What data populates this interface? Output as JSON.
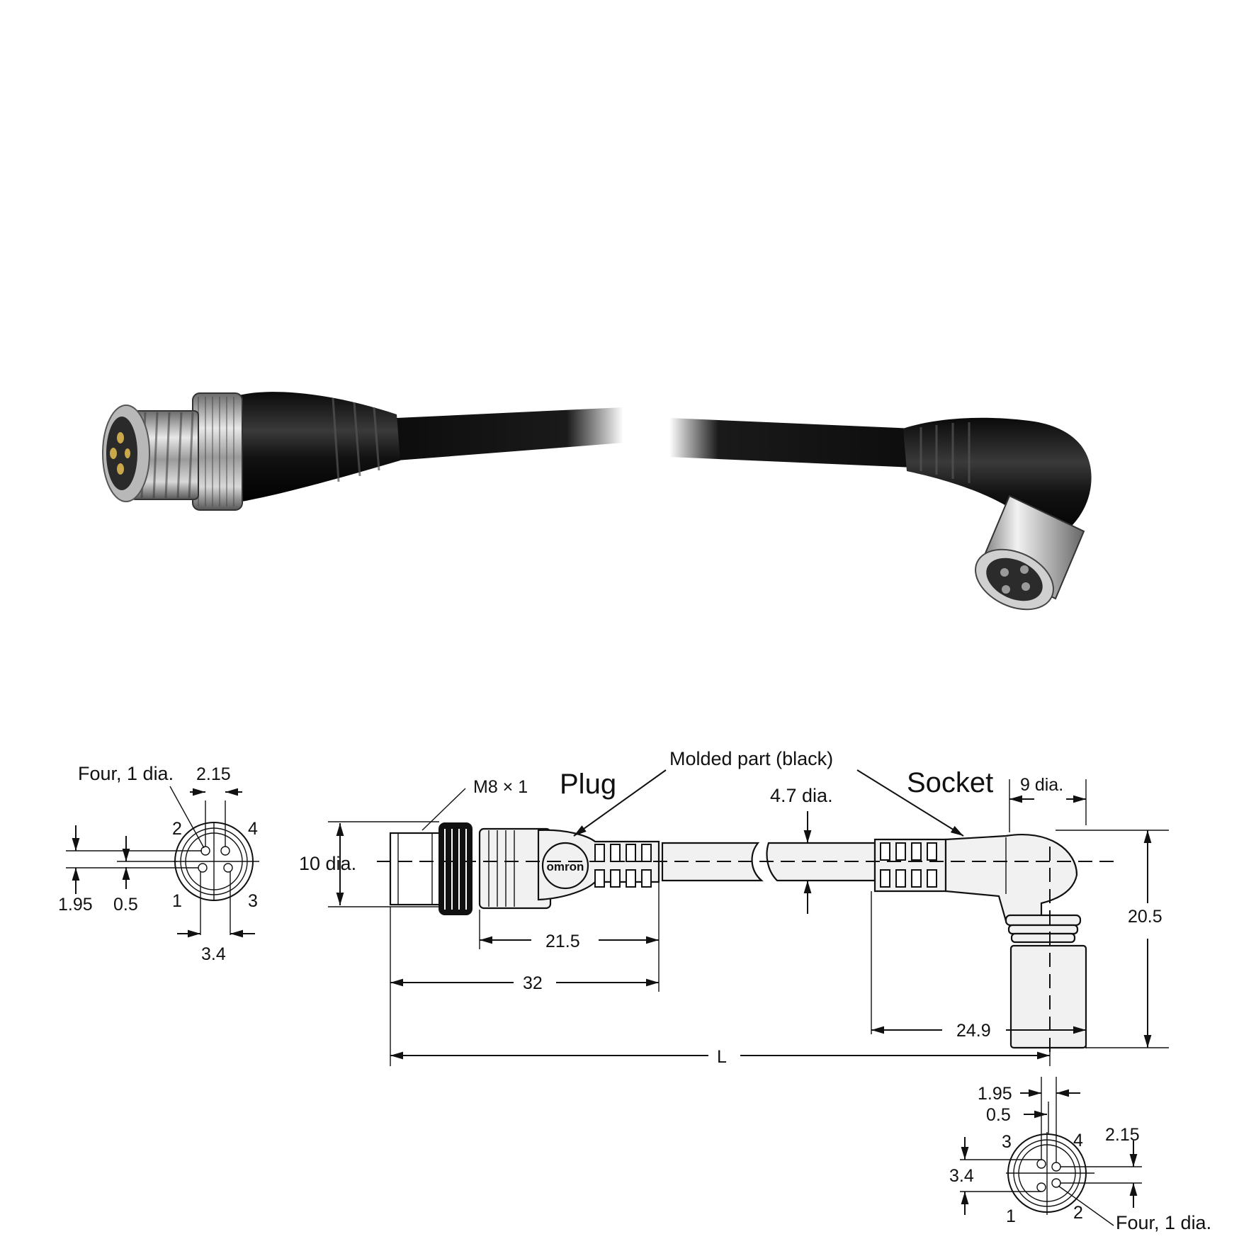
{
  "photo": {
    "alt_icon": "connector-cable-photo"
  },
  "plug_face": {
    "callout": "Four, 1 dia.",
    "dim_top": "2.15",
    "dim_left_a": "1.95",
    "dim_left_b": "0.5",
    "dim_bottom": "3.4",
    "pins": [
      "1",
      "2",
      "3",
      "4"
    ]
  },
  "main": {
    "label_plug": "Plug",
    "label_socket": "Socket",
    "callout_molded": "Molded part (black)",
    "thread": "M8 × 1",
    "dia_plug": "10 dia.",
    "dia_cable": "4.7 dia.",
    "dia_socket": "9 dia.",
    "dim_215": "21.5",
    "dim_32": "32",
    "dim_L": "L",
    "dim_249": "24.9",
    "dim_205": "20.5",
    "logo": "omron"
  },
  "socket_face": {
    "callout": "Four, 1 dia.",
    "dim_a": "1.95",
    "dim_b": "0.5",
    "dim_right": "2.15",
    "dim_left": "3.4",
    "pins": [
      "1",
      "2",
      "3",
      "4"
    ]
  }
}
